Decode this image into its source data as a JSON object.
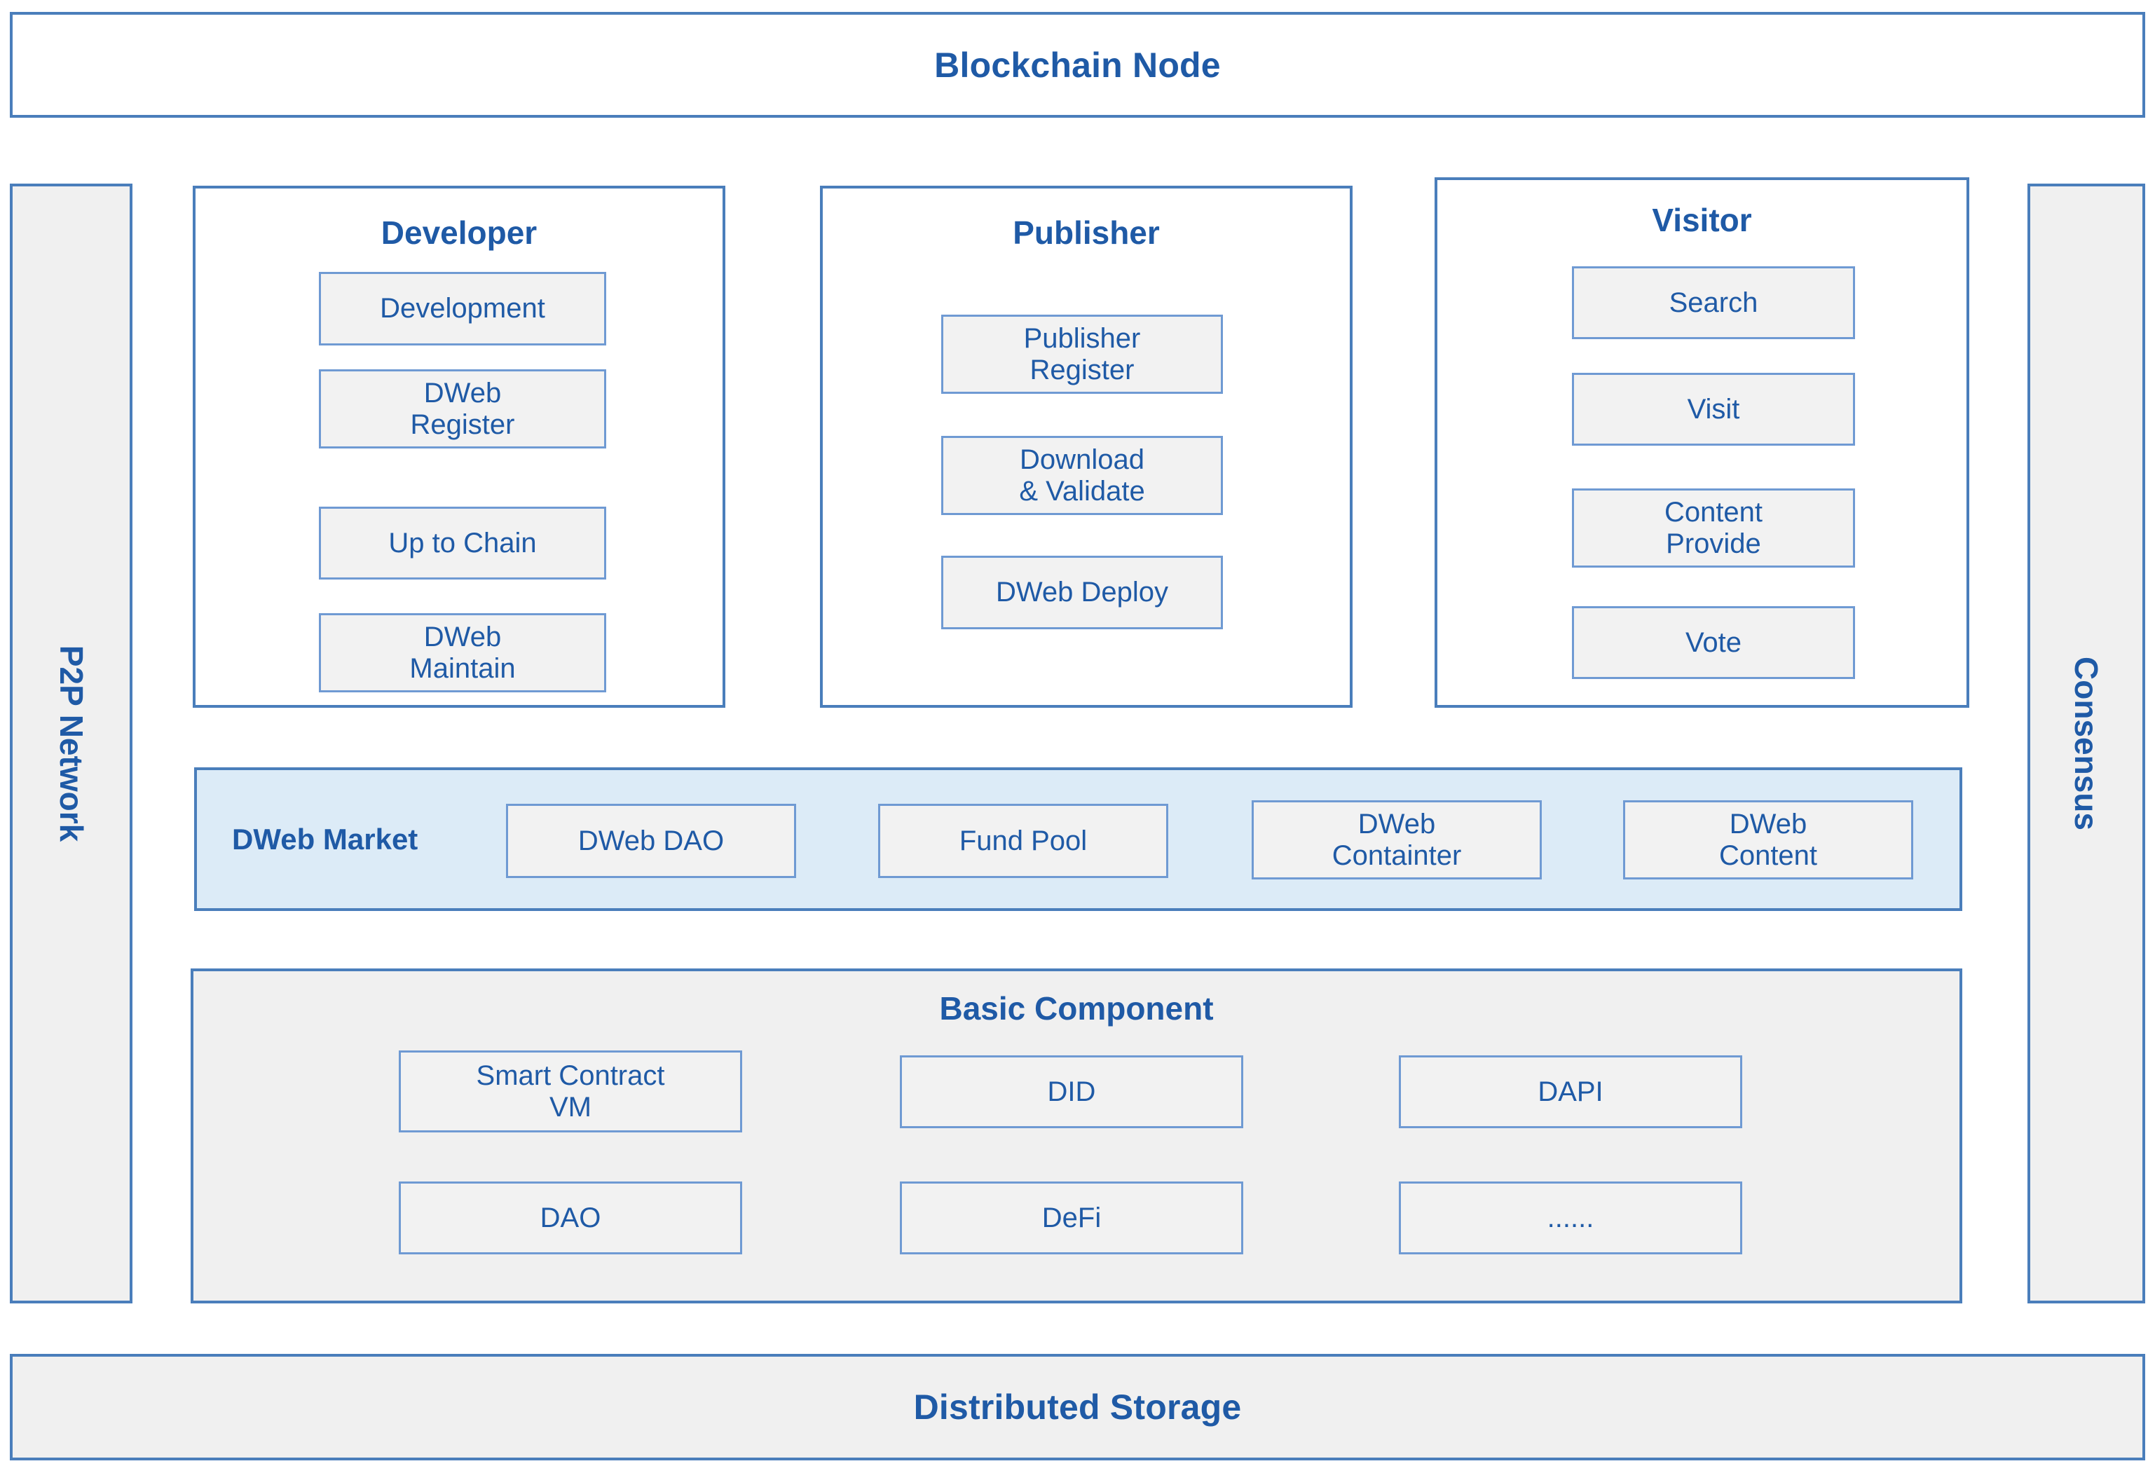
{
  "diagram": {
    "title": "Blockchain Node architecture layers",
    "colors": {
      "border_blue": "#4a7ebb",
      "chip_border_blue": "#6f9ad3",
      "text_blue": "#1f5aa6",
      "market_fill": "#dcebf7",
      "grey_fill": "#f0f0f0",
      "chip_fill": "#f2f2f2",
      "white_fill": "#ffffff"
    }
  },
  "top_banner": {
    "label": "Blockchain Node"
  },
  "bottom_banner": {
    "label": "Distributed Storage"
  },
  "left_sidebar": {
    "label": "P2P Network"
  },
  "right_sidebar": {
    "label": "Consensus"
  },
  "roles": [
    {
      "title": "Developer",
      "items": [
        {
          "label": "Development"
        },
        {
          "label": "DWeb\nRegister"
        },
        {
          "label": "Up to Chain"
        },
        {
          "label": "DWeb\nMaintain"
        }
      ]
    },
    {
      "title": "Publisher",
      "items": [
        {
          "label": "Publisher\nRegister"
        },
        {
          "label": "Download\n& Validate"
        },
        {
          "label": "DWeb Deploy"
        }
      ]
    },
    {
      "title": "Visitor",
      "items": [
        {
          "label": "Search"
        },
        {
          "label": "Visit"
        },
        {
          "label": "Content\nProvide"
        },
        {
          "label": "Vote"
        }
      ]
    }
  ],
  "market": {
    "label": "DWeb Market",
    "items": [
      {
        "label": "DWeb DAO"
      },
      {
        "label": "Fund Pool"
      },
      {
        "label": "DWeb\nContainter"
      },
      {
        "label": "DWeb\nContent"
      }
    ]
  },
  "basic_component": {
    "title": "Basic Component",
    "items": [
      {
        "label": "Smart Contract\nVM"
      },
      {
        "label": "DID"
      },
      {
        "label": "DAPI"
      },
      {
        "label": "DAO"
      },
      {
        "label": "DeFi"
      },
      {
        "label": "......"
      }
    ]
  }
}
